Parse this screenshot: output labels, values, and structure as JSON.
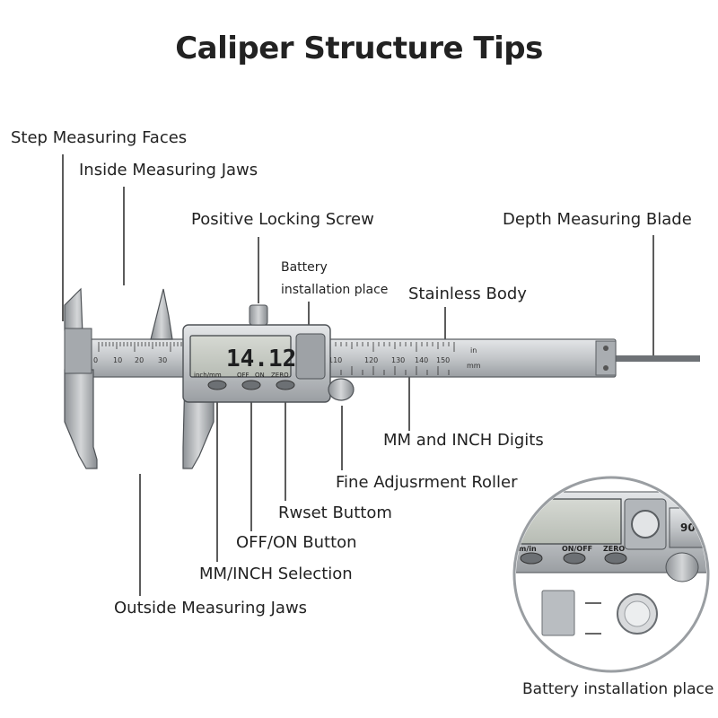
{
  "title": "Caliper Structure Tips",
  "labels": {
    "step_faces": "Step Measuring Faces",
    "inside_jaws": "Inside Measuring Jaws",
    "locking_screw": "Positive Locking Screw",
    "depth_blade": "Depth Measuring Blade",
    "battery_place_line1": "Battery",
    "battery_place_line2": "installation place",
    "stainless_body": "Stainless Body",
    "mm_inch_digits": "MM and INCH Digits",
    "fine_roller": "Fine Adjusrment Roller",
    "reset_button": "Rwset Buttom",
    "onoff_button": "OFF/ON Button",
    "mm_inch_selection": "MM/INCH Selection",
    "outside_jaws": "Outside Measuring Jaws",
    "battery_inset": "Battery installation place"
  },
  "display": {
    "reading": "14.12",
    "btn_mode": "inch/mm",
    "btn_off": "OFF",
    "btn_on": "ON",
    "btn_zero": "ZERO"
  },
  "scale": {
    "mm_ticks": [
      "10",
      "20",
      "30",
      "110",
      "120",
      "130",
      "140",
      "150"
    ],
    "unit_in": "in",
    "unit_mm": "mm",
    "zero": "0"
  },
  "inset": {
    "btn_mode": "m/in",
    "btn_onoff": "ON/OFF",
    "btn_zero": "ZERO",
    "scale_digit": "90"
  }
}
